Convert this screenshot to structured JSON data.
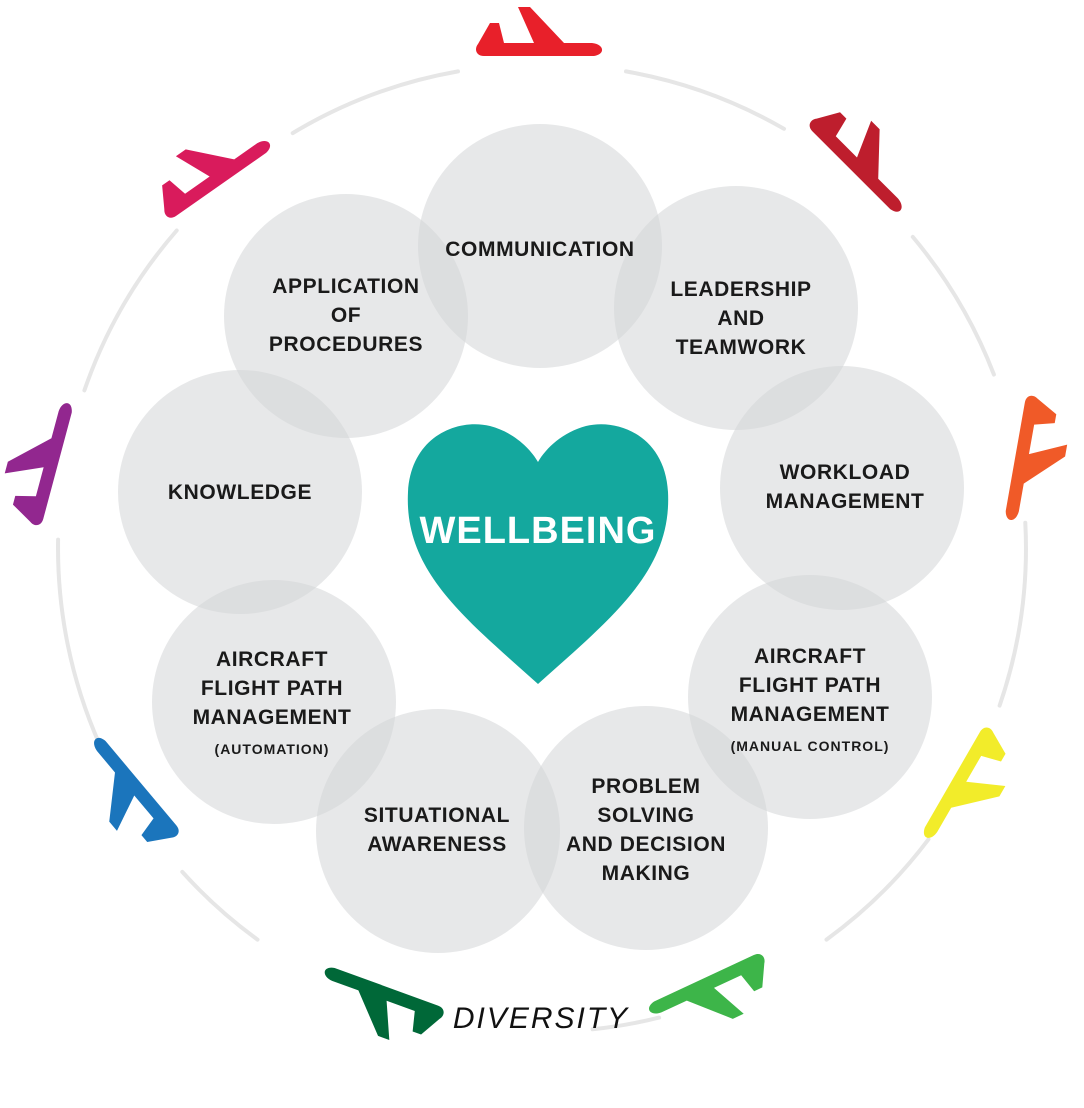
{
  "center": {
    "label": "WELLBEING",
    "color": "#14a89e"
  },
  "ring_label": "DIVERSITY",
  "ring_color": "#e6e6e6",
  "circle_color": "#d4d5d7",
  "competencies": [
    {
      "lines": [
        "COMMUNICATION"
      ],
      "sub": ""
    },
    {
      "lines": [
        "LEADERSHIP",
        "AND",
        "TEAMWORK"
      ],
      "sub": ""
    },
    {
      "lines": [
        "WORKLOAD",
        "MANAGEMENT"
      ],
      "sub": ""
    },
    {
      "lines": [
        "AIRCRAFT",
        "FLIGHT PATH",
        "MANAGEMENT"
      ],
      "sub": "(MANUAL CONTROL)"
    },
    {
      "lines": [
        "PROBLEM",
        "SOLVING",
        "AND DECISION",
        "MAKING"
      ],
      "sub": ""
    },
    {
      "lines": [
        "SITUATIONAL",
        "AWARENESS"
      ],
      "sub": ""
    },
    {
      "lines": [
        "AIRCRAFT",
        "FLIGHT PATH",
        "MANAGEMENT"
      ],
      "sub": "(AUTOMATION)"
    },
    {
      "lines": [
        "KNOWLEDGE"
      ],
      "sub": ""
    },
    {
      "lines": [
        "APPLICATION",
        "OF",
        "PROCEDURES"
      ],
      "sub": ""
    }
  ],
  "planes": [
    {
      "icon": "airplane-icon",
      "color": "#e8202a"
    },
    {
      "icon": "airplane-icon",
      "color": "#be1e2d"
    },
    {
      "icon": "airplane-icon",
      "color": "#f05a28"
    },
    {
      "icon": "airplane-icon",
      "color": "#f2ec2a"
    },
    {
      "icon": "airplane-icon",
      "color": "#3db549"
    },
    {
      "icon": "airplane-icon",
      "color": "#006838"
    },
    {
      "icon": "airplane-icon",
      "color": "#1b75bc"
    },
    {
      "icon": "airplane-icon",
      "color": "#92278f"
    },
    {
      "icon": "airplane-icon",
      "color": "#d91b5c"
    }
  ]
}
